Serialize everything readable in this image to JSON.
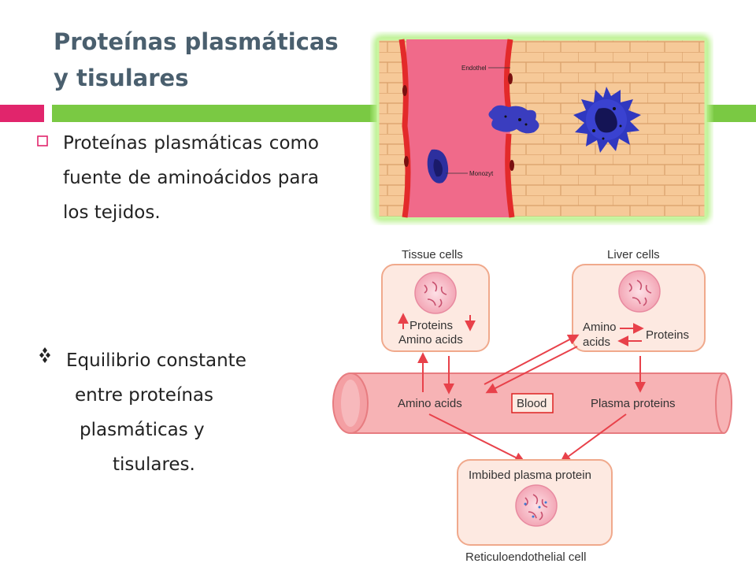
{
  "slide": {
    "title_line1": "Proteínas plasmáticas",
    "title_line2": "y tisulares",
    "bullet1_text": "Proteínas plasmáticas como fuente de aminoácidos para los tejidos.",
    "bullet2": {
      "line1": "Equilibrio constante",
      "line2": "entre proteínas",
      "line3": "plasmáticas  y",
      "line4": "tisulares."
    }
  },
  "illustration": {
    "label_endothel": "Endothel",
    "label_monozyt": "Monozyt"
  },
  "diagram": {
    "tissue_cells": "Tissue cells",
    "liver_cells": "Liver cells",
    "tissue_proteins": "Proteins",
    "tissue_amino": "Amino acids",
    "liver_amino1": "Amino",
    "liver_amino2": "acids",
    "liver_proteins": "Proteins",
    "blood_amino": "Amino acids",
    "blood_label": "Blood",
    "blood_plasma": "Plasma proteins",
    "imbibed": "Imbibed plasma protein",
    "reticulo": "Reticuloendothelial cell"
  },
  "colors": {
    "title": "#4a5f6e",
    "accent_pink": "#e1256c",
    "accent_green": "#7ac943",
    "arrow_red": "#e8414a"
  }
}
